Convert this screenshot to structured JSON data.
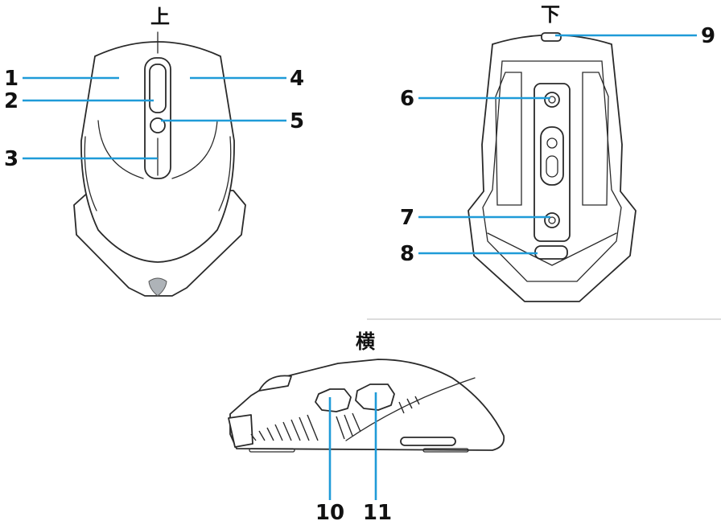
{
  "views": {
    "top": "上",
    "bottom": "下",
    "side": "横"
  },
  "callouts": {
    "c1": "1",
    "c2": "2",
    "c3": "3",
    "c4": "4",
    "c5": "5",
    "c6": "6",
    "c7": "7",
    "c8": "8",
    "c9": "9",
    "c10": "10",
    "c11": "11"
  },
  "colors": {
    "callout_line": "#1f9bd8",
    "outline": "#2a2a2a"
  }
}
